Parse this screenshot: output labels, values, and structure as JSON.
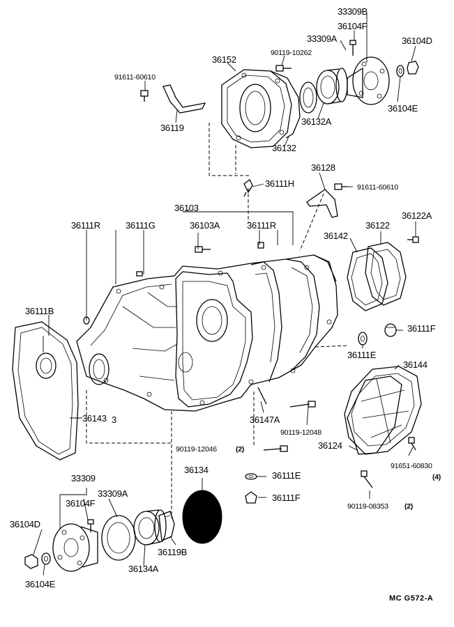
{
  "labels": {
    "p33309B": "33309B",
    "p36104F_top": "36104F",
    "p33309A_top": "33309A",
    "p36104D_top": "36104D",
    "p90119_10262": "90119-10262",
    "p36152": "36152",
    "p91611_60610_a": "91611-60610",
    "p36119": "36119",
    "p36132A": "36132A",
    "p36104E_top": "36104E",
    "p36132": "36132",
    "p36128": "36128",
    "p36111H": "36111H",
    "p91611_60610_b": "91611-60610",
    "p36103": "36103",
    "p36111R_a": "36111R",
    "p36111G": "36111G",
    "p36103A": "36103A",
    "p36111R_b": "36111R",
    "p36122A": "36122A",
    "p36142": "36142",
    "p36122": "36122",
    "p36111B": "36111B",
    "p36111F_right": "36111F",
    "p36111E_right": "36111E",
    "p36144": "36144",
    "p36143": "36143",
    "p36143_qty": "3",
    "p36147A": "36147A",
    "p90119_12048": "90119-12048",
    "p36124": "36124",
    "p90119_12046": "90119-12046",
    "qty_2_a": "(2)",
    "p91651_60830": "91651-60830",
    "qty_4": "(4)",
    "p36134": "36134",
    "p36111E_bottom": "36111E",
    "p33309": "33309",
    "p36111F_bottom": "36111F",
    "p36104F_bottom": "36104F",
    "p33309A_bottom": "33309A",
    "p90119_08353": "90119-08353",
    "qty_2_b": "(2)",
    "p36104D_bottom": "36104D",
    "p36119B": "36119B",
    "p36134A": "36134A",
    "p36104E_bottom": "36104E",
    "code": "MC  G572-A"
  }
}
